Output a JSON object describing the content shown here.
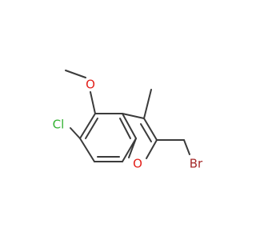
{
  "colors": {
    "bond": "#3b3b3b",
    "oxygen": "#e3211b",
    "chlorine": "#34b233",
    "bromine": "#a52a2a",
    "background": "#ffffff"
  },
  "atoms": {
    "methoxy_oxygen": "O",
    "ring_oxygen": "O",
    "chlorine": "Cl",
    "bromine": "Br"
  }
}
